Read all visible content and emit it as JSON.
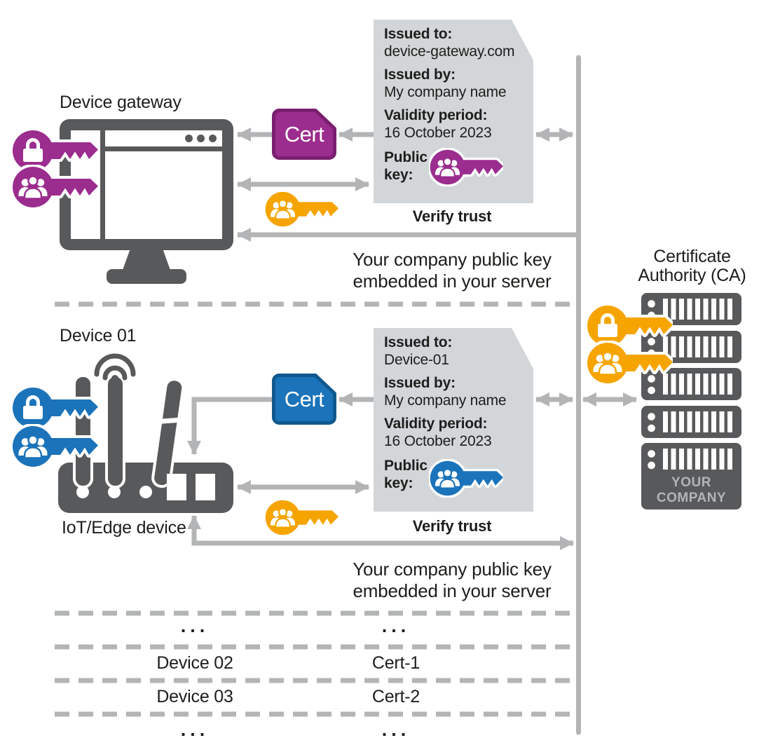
{
  "colors": {
    "dark_gray": "#58595b",
    "connector_gray": "#b2b4b6",
    "certificate_box_bg": "#d3d6d8",
    "magenta": "#9b2d8e",
    "blue": "#1b74ba",
    "orange": "#f6a500",
    "text_ink": "#1d1d1b",
    "server_label_gray": "#b2b4b6"
  },
  "icons": {
    "lock_key": "lock-key-icon",
    "people_key": "people-key-icon",
    "cert_card": "certificate-card-icon",
    "monitor": "device-gateway-monitor-icon",
    "router": "iot-edge-device-icon",
    "server_stack": "ca-server-stack-icon",
    "wifi": "wifi-icon"
  },
  "top_section": {
    "device_label": "Device gateway",
    "cert_card_label": "Cert",
    "certificate": {
      "issued_to_label": "Issued to:",
      "issued_to_value": "device-gateway.com",
      "issued_by_label": "Issued by:",
      "issued_by_value": "My company name",
      "validity_label": "Validity period:",
      "validity_value": "16 October 2023",
      "public_key_label": "Public key:"
    },
    "verify_trust_label": "Verify trust",
    "note_line1": "Your company public key",
    "note_line2": "embedded in your server"
  },
  "bottom_section": {
    "device_label": "Device 01",
    "device_type_label": "IoT/Edge device",
    "cert_card_label": "Cert",
    "certificate": {
      "issued_to_label": "Issued to:",
      "issued_to_value": "Device-01",
      "issued_by_label": "Issued by:",
      "issued_by_value": "My company name",
      "validity_label": "Validity period:",
      "validity_value": "16 October 2023",
      "public_key_label": "Public key:"
    },
    "verify_trust_label": "Verify trust",
    "note_line1": "Your company public key",
    "note_line2": "embedded in your server"
  },
  "ca": {
    "title_line1": "Certificate",
    "title_line2": "Authority (CA)",
    "server_label_line1": "YOUR",
    "server_label_line2": "COMPANY"
  },
  "table": {
    "rows": [
      {
        "device": "...",
        "cert": "..."
      },
      {
        "device": "Device 02",
        "cert": "Cert-1"
      },
      {
        "device": "Device 03",
        "cert": "Cert-2"
      },
      {
        "device": "...",
        "cert": "..."
      }
    ]
  }
}
